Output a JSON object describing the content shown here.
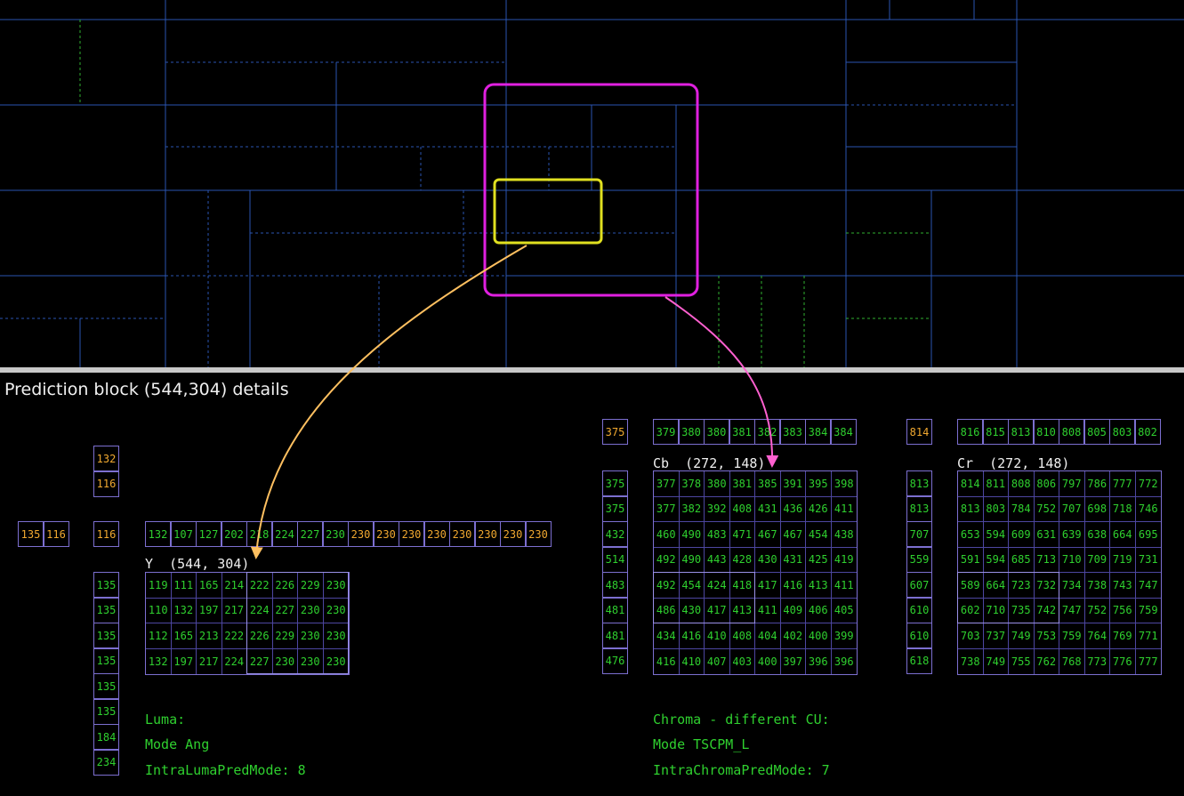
{
  "details": {
    "title": "Prediction block (544,304) details",
    "luma": {
      "label": "Y  (544, 304)",
      "corner_left": [
        "135",
        "116"
      ],
      "corner": "116",
      "above_col": [
        "132",
        "116"
      ],
      "top_row": [
        "132",
        "107",
        "127",
        "202",
        "218",
        "224",
        "227",
        "230",
        "230",
        "230",
        "230",
        "230",
        "230",
        "230",
        "230",
        "230"
      ],
      "top_row_orange_from": 8,
      "left_col": [
        "135",
        "135",
        "135",
        "135",
        "135",
        "135",
        "184",
        "234"
      ],
      "block": [
        [
          "119",
          "111",
          "165",
          "214",
          "222",
          "226",
          "229",
          "230"
        ],
        [
          "110",
          "132",
          "197",
          "217",
          "224",
          "227",
          "230",
          "230"
        ],
        [
          "112",
          "165",
          "213",
          "222",
          "226",
          "229",
          "230",
          "230"
        ],
        [
          "132",
          "197",
          "217",
          "224",
          "227",
          "230",
          "230",
          "230"
        ]
      ],
      "info": [
        "Luma:",
        "Mode Ang",
        "IntraLumaPredMode: 8"
      ]
    },
    "cb": {
      "label": "Cb  (272, 148)",
      "corner": "375",
      "top_row": [
        "379",
        "380",
        "380",
        "381",
        "382",
        "383",
        "384",
        "384"
      ],
      "left_col": [
        "375",
        "375",
        "432",
        "514",
        "483",
        "481",
        "481",
        "476"
      ],
      "block": [
        [
          "377",
          "378",
          "380",
          "381",
          "385",
          "391",
          "395",
          "398"
        ],
        [
          "377",
          "382",
          "392",
          "408",
          "431",
          "436",
          "426",
          "411"
        ],
        [
          "460",
          "490",
          "483",
          "471",
          "467",
          "467",
          "454",
          "438"
        ],
        [
          "492",
          "490",
          "443",
          "428",
          "430",
          "431",
          "425",
          "419"
        ],
        [
          "492",
          "454",
          "424",
          "418",
          "417",
          "416",
          "413",
          "411"
        ],
        [
          "486",
          "430",
          "417",
          "413",
          "411",
          "409",
          "406",
          "405"
        ],
        [
          "434",
          "416",
          "410",
          "408",
          "404",
          "402",
          "400",
          "399"
        ],
        [
          "416",
          "410",
          "407",
          "403",
          "400",
          "397",
          "396",
          "396"
        ]
      ],
      "info": [
        "Chroma - different CU:",
        "Mode TSCPM_L",
        "IntraChromaPredMode: 7"
      ]
    },
    "cr": {
      "label": "Cr  (272, 148)",
      "corner": "814",
      "top_row": [
        "816",
        "815",
        "813",
        "810",
        "808",
        "805",
        "803",
        "802"
      ],
      "left_col": [
        "813",
        "813",
        "707",
        "559",
        "607",
        "610",
        "610",
        "618"
      ],
      "block": [
        [
          "814",
          "811",
          "808",
          "806",
          "797",
          "786",
          "777",
          "772"
        ],
        [
          "813",
          "803",
          "784",
          "752",
          "707",
          "698",
          "718",
          "746"
        ],
        [
          "653",
          "594",
          "609",
          "631",
          "639",
          "638",
          "664",
          "695"
        ],
        [
          "591",
          "594",
          "685",
          "713",
          "710",
          "709",
          "719",
          "731"
        ],
        [
          "589",
          "664",
          "723",
          "732",
          "734",
          "738",
          "743",
          "747"
        ],
        [
          "602",
          "710",
          "735",
          "742",
          "747",
          "752",
          "756",
          "759"
        ],
        [
          "703",
          "737",
          "749",
          "753",
          "759",
          "764",
          "769",
          "771"
        ],
        [
          "738",
          "749",
          "755",
          "762",
          "768",
          "773",
          "776",
          "777"
        ]
      ]
    }
  },
  "colors": {
    "value_green": "#2fd02f",
    "value_orange": "#f0a830",
    "cell_border": "#7c6fd0",
    "partition_blue": "#2a55b0",
    "partition_green": "#2fb02f",
    "highlight_magenta": "#e020e0",
    "highlight_yellow": "#e0e020",
    "arrow_orange": "#ffc060",
    "arrow_pink": "#ff60d0"
  }
}
